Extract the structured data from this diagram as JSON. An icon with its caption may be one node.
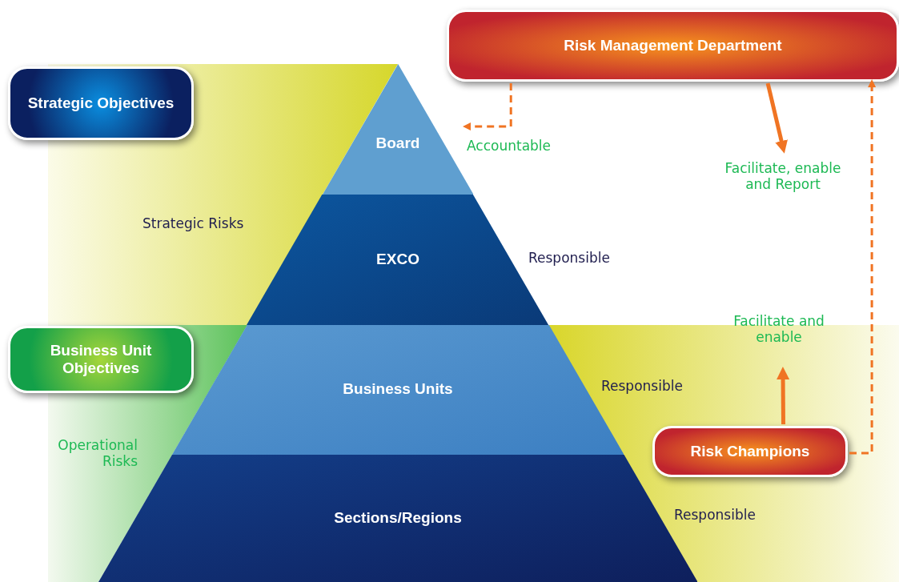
{
  "diagram": {
    "nodes": [
      {
        "text": [
          "Strategic Objectives"
        ]
      },
      {
        "text": [
          "Board"
        ]
      },
      {
        "text": [
          "EXCO"
        ]
      },
      {
        "text": [
          "Business Units"
        ]
      },
      {
        "text": [
          "Sections/Regions"
        ]
      },
      {
        "text": [
          "Risk Management Department"
        ]
      },
      {
        "text": [
          "Business Unit Objectives"
        ]
      },
      {
        "text": [
          "Risk Champions"
        ]
      }
    ],
    "edges": [
      {
        "from": 5,
        "to": null,
        "arrow": "to",
        "label": "Accountable",
        "style": "dashed"
      },
      {
        "from": 5,
        "to": null,
        "arrow": "to",
        "label": "Facilitate, enable and Report"
      },
      {
        "from": 7,
        "to": null,
        "arrow": "to",
        "label": "Facilitate and enable"
      },
      {
        "from": 7,
        "to": 5,
        "arrow": "to",
        "style": "dashed"
      }
    ],
    "labels": [
      "Strategic Risks",
      "Responsible",
      "Responsible",
      "Operational Risks",
      "Responsible"
    ]
  }
}
